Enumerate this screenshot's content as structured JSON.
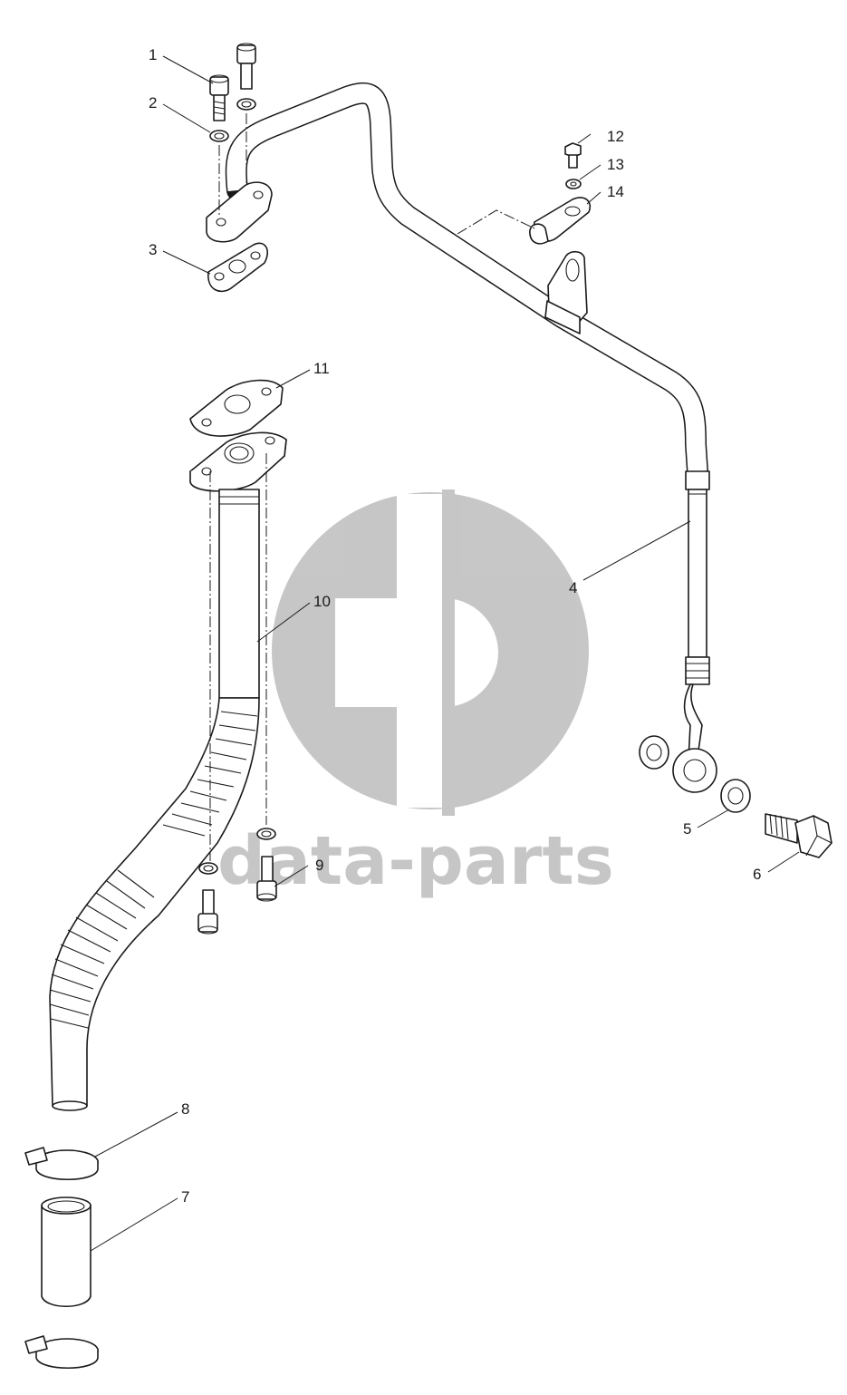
{
  "watermark": {
    "text": "data-parts",
    "color": "#c8c8c8",
    "icon": "dp-logo-icon"
  },
  "callouts": {
    "c1": "1",
    "c2": "2",
    "c3": "3",
    "c4": "4",
    "c5": "5",
    "c6": "6",
    "c7": "7",
    "c8": "8",
    "c9": "9",
    "c10": "10",
    "c11": "11",
    "c12": "12",
    "c13": "13",
    "c14": "14"
  },
  "colors": {
    "line": "#1a1a1a",
    "background": "#ffffff"
  }
}
